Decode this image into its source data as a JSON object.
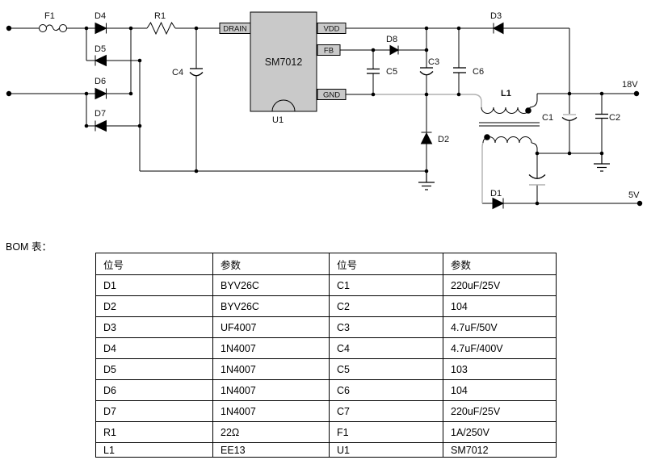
{
  "schematic": {
    "ic": {
      "part": "SM7012",
      "ref": "U1",
      "pins": {
        "drain": "DRAIN",
        "vdd": "VDD",
        "fb": "FB",
        "gnd": "GND"
      }
    },
    "labels": {
      "f1": "F1",
      "d4": "D4",
      "r1": "R1",
      "d5": "D5",
      "d6": "D6",
      "d7": "D7",
      "c4": "C4",
      "d8": "D8",
      "c5": "C5",
      "c3": "C3",
      "c6": "C6",
      "d3": "D3",
      "l1": "L1",
      "c1": "C1",
      "c2": "C2",
      "d2": "D2",
      "d1": "D1"
    },
    "outputs": {
      "out18": "18V",
      "out5": "5V"
    },
    "colors": {
      "wire": "#000000",
      "gray_trace": "#b0b0b0",
      "ic_fill": "#c9c9c9"
    }
  },
  "bom": {
    "caption": "BOM 表：",
    "headers": [
      "位号",
      "参数",
      "位号",
      "参数"
    ],
    "rows": [
      [
        "D1",
        "BYV26C",
        "C1",
        "220uF/25V"
      ],
      [
        "D2",
        "BYV26C",
        "C2",
        "104"
      ],
      [
        "D3",
        "UF4007",
        "C3",
        "4.7uF/50V"
      ],
      [
        "D4",
        "1N4007",
        "C4",
        "4.7uF/400V"
      ],
      [
        "D5",
        "1N4007",
        "C5",
        "103"
      ],
      [
        "D6",
        "1N4007",
        "C6",
        "104"
      ],
      [
        "D7",
        "1N4007",
        "C7",
        "220uF/25V"
      ],
      [
        "R1",
        "22Ω",
        "F1",
        "1A/250V"
      ],
      [
        "L1",
        "EE13",
        "U1",
        "SM7012"
      ]
    ]
  }
}
